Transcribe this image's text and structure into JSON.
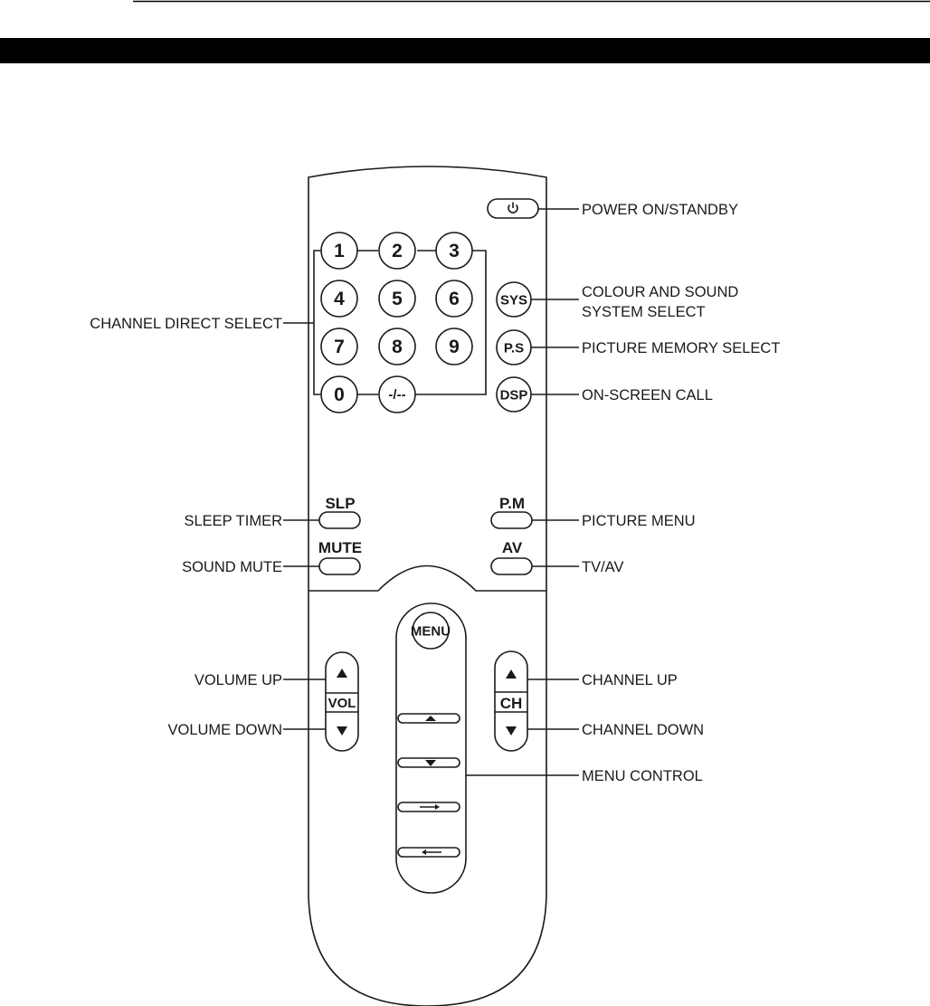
{
  "page": {
    "header_bar_color": "#000000",
    "ink_color": "#1a1a1a"
  },
  "remote": {
    "power_icon": "power-icon",
    "digits": [
      "1",
      "2",
      "3",
      "4",
      "5",
      "6",
      "7",
      "8",
      "9",
      "0",
      "-/--"
    ],
    "sys": "SYS",
    "ps": "P.S",
    "dsp": "DSP",
    "slp": "SLP",
    "mute": "MUTE",
    "pm": "P.M",
    "av": "AV",
    "menu": "MENU",
    "vol": "VOL",
    "ch": "CH",
    "up_icon": "triangle-up-icon",
    "down_icon": "triangle-down-icon",
    "right_icon": "arrow-right-icon",
    "left_icon": "arrow-left-icon"
  },
  "callouts": {
    "power": "POWER ON/STANDBY",
    "colour_sound_1": "COLOUR AND SOUND",
    "colour_sound_2": "SYSTEM SELECT",
    "channel_direct": "CHANNEL DIRECT SELECT",
    "picture_memory": "PICTURE MEMORY SELECT",
    "on_screen": "ON-SCREEN CALL",
    "sleep_timer": "SLEEP TIMER",
    "picture_menu": "PICTURE MENU",
    "sound_mute": "SOUND MUTE",
    "tv_av": "TV/AV",
    "volume_up": "VOLUME UP",
    "channel_up": "CHANNEL UP",
    "volume_down": "VOLUME DOWN",
    "channel_down": "CHANNEL DOWN",
    "menu_control": "MENU CONTROL"
  }
}
